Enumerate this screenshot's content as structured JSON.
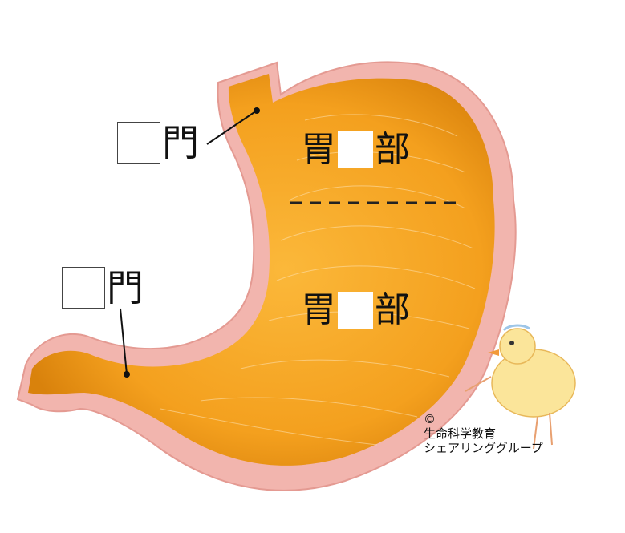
{
  "labels": {
    "upper_gate_char": "門",
    "lower_gate_char": "門",
    "upper_part_prefix": "胃",
    "upper_part_suffix": "部",
    "lower_part_prefix": "胃",
    "lower_part_suffix": "部"
  },
  "copyright": {
    "symbol": "©",
    "line1": "生命科学教育",
    "line2": "シェアリンググループ"
  },
  "colors": {
    "outer_wall": "#f2b5ae",
    "inner_lining": "#f5a623",
    "inner_dark": "#e08a10",
    "divider": "#222222"
  }
}
